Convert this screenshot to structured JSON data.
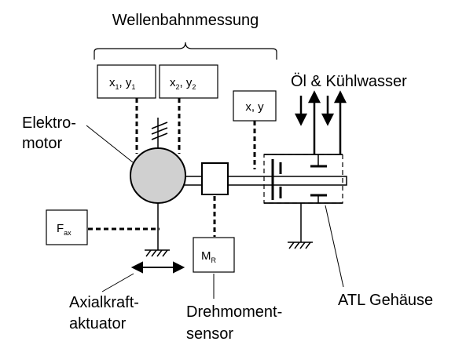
{
  "labels": {
    "wellenbahnmessung": "Wellenbahnmessung",
    "oel_kuehlwasser": "Öl & Kühlwasser",
    "elektromotor_1": "Elektro-",
    "elektromotor_2": "motor",
    "axialkraft_1": "Axialkraft-",
    "axialkraft_2": "aktuator",
    "drehmoment_1": "Drehmoment-",
    "drehmoment_2": "sensor",
    "atl_gehaeuse": "ATL Gehäuse"
  },
  "sensor_boxes": {
    "x1y1": {
      "x": "x",
      "s1": "1",
      "sep": ", y",
      "s2": "1"
    },
    "x2y2": {
      "x": "x",
      "s1": "2",
      "sep": ", y",
      "s2": "2"
    },
    "xy": {
      "text": "x, y"
    },
    "fax": {
      "main": "F",
      "sub": "ax"
    },
    "mr": {
      "main": "M",
      "sub": "R"
    }
  },
  "colors": {
    "line": "#000000",
    "motor_fill": "#d0d0d0",
    "background": "#ffffff"
  }
}
